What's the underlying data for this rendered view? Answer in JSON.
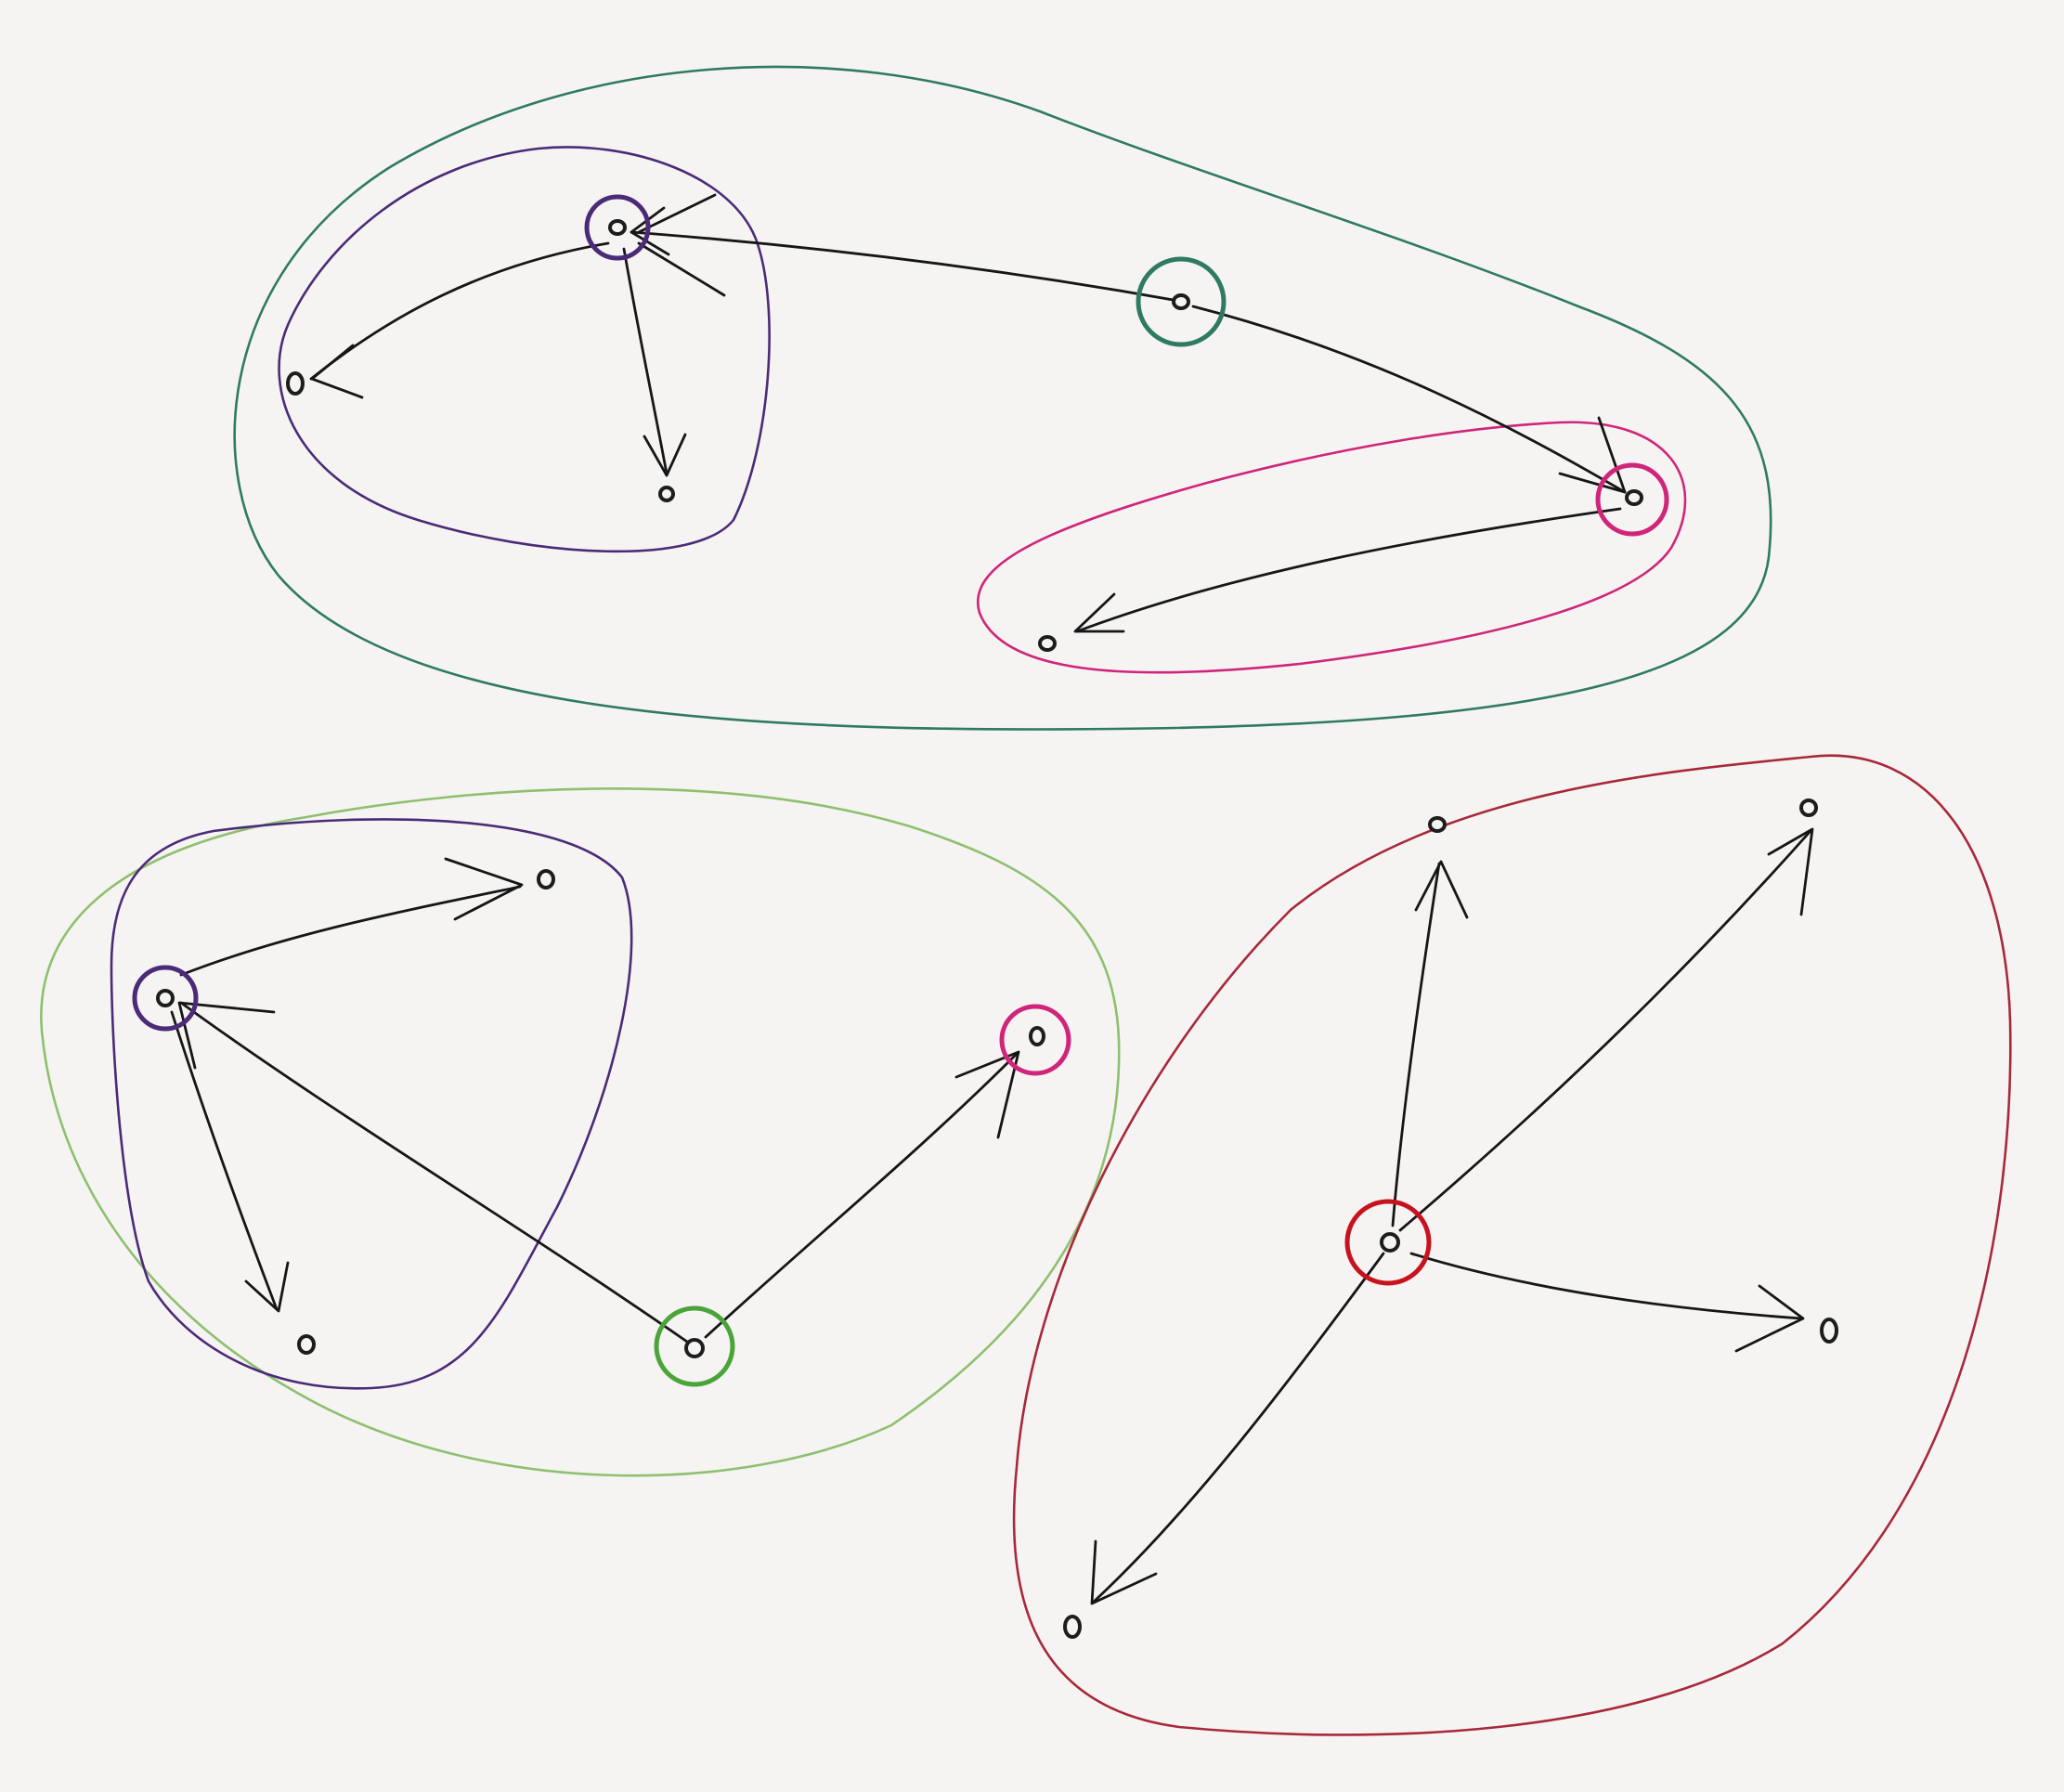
{
  "colors": {
    "paper": "#f5f4f2",
    "ink": "#161616",
    "teal": "#2f7a62",
    "purple": "#4b2a78",
    "pink": "#d0257a",
    "green": "#4aa43a",
    "light_green": "#8fbf6f",
    "red": "#c8121d",
    "dark_red": "#a8283a"
  },
  "diagram": {
    "description_type": "hand-drawn directed graph sketch",
    "groups": [
      {
        "id": "top-outer",
        "color": "teal"
      },
      {
        "id": "top-left-inner",
        "color": "purple"
      },
      {
        "id": "top-right-inner",
        "color": "pink"
      },
      {
        "id": "bottom-left-outer",
        "color": "light_green"
      },
      {
        "id": "bottom-left-inner",
        "color": "purple"
      },
      {
        "id": "bottom-right",
        "color": "dark_red"
      }
    ],
    "highlighted_nodes": [
      {
        "id": "t1",
        "ring": "purple"
      },
      {
        "id": "t2",
        "ring": "teal"
      },
      {
        "id": "t3",
        "ring": "pink"
      },
      {
        "id": "b1",
        "ring": "purple"
      },
      {
        "id": "b2",
        "ring": "green"
      },
      {
        "id": "b3",
        "ring": "pink"
      },
      {
        "id": "r1",
        "ring": "red"
      }
    ]
  }
}
